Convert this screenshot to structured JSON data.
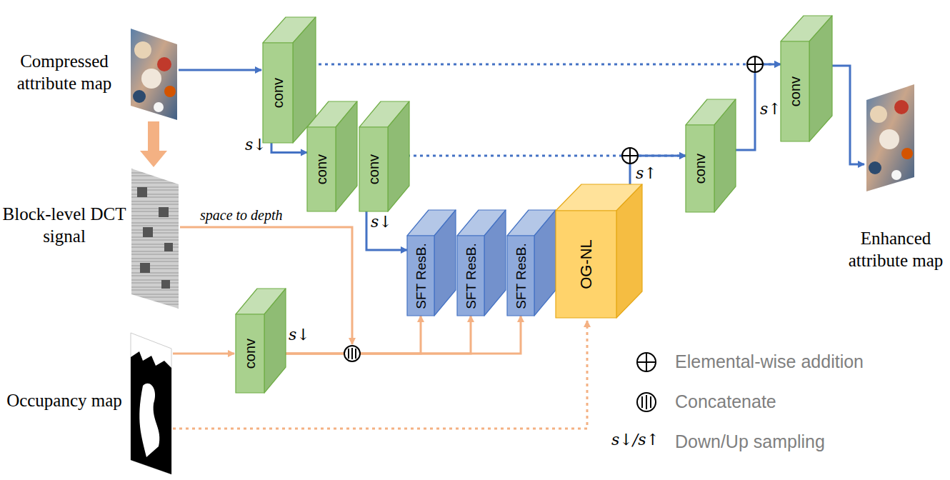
{
  "diagram": {
    "nodes": [
      {
        "text": [
          "conv"
        ]
      },
      {
        "text": [
          "conv"
        ]
      },
      {
        "text": [
          "conv"
        ]
      },
      {
        "text": [
          "SFT ResB."
        ]
      },
      {
        "text": [
          "SFT ResB."
        ]
      },
      {
        "text": [
          "SFT ResB."
        ]
      },
      {
        "text": [
          "OG-NL"
        ]
      },
      {
        "text": [
          "conv"
        ]
      },
      {
        "text": [
          "conv"
        ]
      },
      {
        "text": [
          "conv"
        ]
      }
    ],
    "edges": [
      {
        "from": 0,
        "to": 1,
        "arrow": "to"
      },
      {
        "from": 0,
        "to": 8,
        "arrow": "to"
      },
      {
        "from": 2,
        "to": 3,
        "arrow": "to"
      },
      {
        "from": 2,
        "to": 7,
        "arrow": "to"
      },
      {
        "from": 6,
        "to": 7,
        "arrow": "to"
      },
      {
        "from": 7,
        "to": 8,
        "arrow": "to"
      },
      {
        "from": 9,
        "to": 3,
        "arrow": "to"
      },
      {
        "from": 9,
        "to": 4,
        "arrow": "to"
      },
      {
        "from": 9,
        "to": 5,
        "arrow": "to"
      }
    ],
    "labels": [
      "Compressed attribute map",
      "Block-level DCT signal",
      "Occupancy map",
      "space to depth",
      "s↓",
      "s↓",
      "s↓",
      "s↑",
      "s↑",
      "Enhanced attribute map",
      "s↓/s↑"
    ],
    "legend": [
      {
        "text": "Elemental-wise addition"
      },
      {
        "text": "Concatenate"
      },
      {
        "text": "Down/Up sampling"
      }
    ]
  }
}
